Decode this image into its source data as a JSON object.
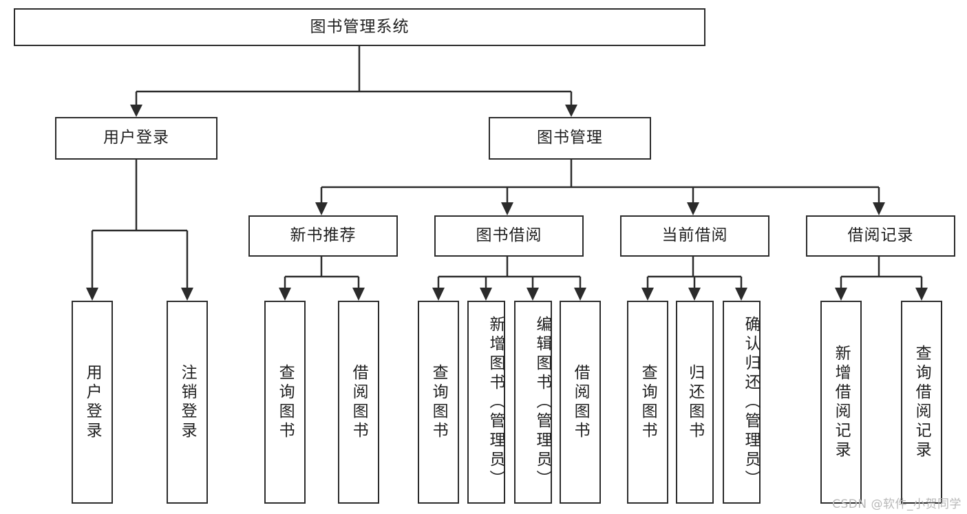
{
  "diagram": {
    "type": "tree-hierarchy-flowchart",
    "title_text": "图书管理系统",
    "colors": {
      "stroke": "#2b2b2b",
      "fill": "#ffffff",
      "text": "#1f1f1f",
      "watermark": "#b8b8b8"
    },
    "nodes": {
      "root": {
        "label": "图书管理系统"
      },
      "level2": [
        {
          "label": "用户登录"
        },
        {
          "label": "图书管理"
        }
      ],
      "level3": [
        {
          "label": "新书推荐"
        },
        {
          "label": "图书借阅"
        },
        {
          "label": "当前借阅"
        },
        {
          "label": "借阅记录"
        }
      ],
      "leaves": {
        "user_login": [
          {
            "label": "用户登录"
          },
          {
            "label": "注销登录"
          }
        ],
        "new_book_recommend": [
          {
            "label": "查询图书"
          },
          {
            "label": "借阅图书"
          }
        ],
        "book_borrow": [
          {
            "label": "查询图书"
          },
          {
            "label": "新增图书（管理员）"
          },
          {
            "label": "编辑图书（管理员）"
          },
          {
            "label": "借阅图书"
          }
        ],
        "current_borrow": [
          {
            "label": "查询图书"
          },
          {
            "label": "归还图书"
          },
          {
            "label": "确认归还（管理员）"
          }
        ],
        "borrow_record": [
          {
            "label": "新增借阅记录"
          },
          {
            "label": "查询借阅记录"
          }
        ]
      }
    },
    "watermark": "CSDN @软件_小贺同学"
  }
}
